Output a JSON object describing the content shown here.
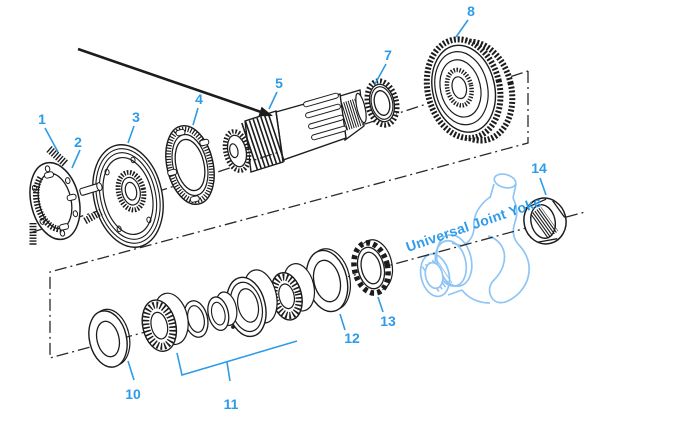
{
  "colors": {
    "ink": "#1c1c1c",
    "callout": "#2d9be8",
    "yoke_outline": "#8fc5f5",
    "yoke_label": "#2f9bea",
    "background": "#ffffff"
  },
  "callouts": [
    {
      "label": "1"
    },
    {
      "label": "2"
    },
    {
      "label": "3"
    },
    {
      "label": "4"
    },
    {
      "label": "5"
    },
    {
      "label": "7"
    },
    {
      "label": "8"
    },
    {
      "label": "10"
    },
    {
      "label": "11"
    },
    {
      "label": "12"
    },
    {
      "label": "13"
    },
    {
      "label": "14"
    }
  ],
  "yoke": {
    "label": "Universal Joint Yoke"
  }
}
